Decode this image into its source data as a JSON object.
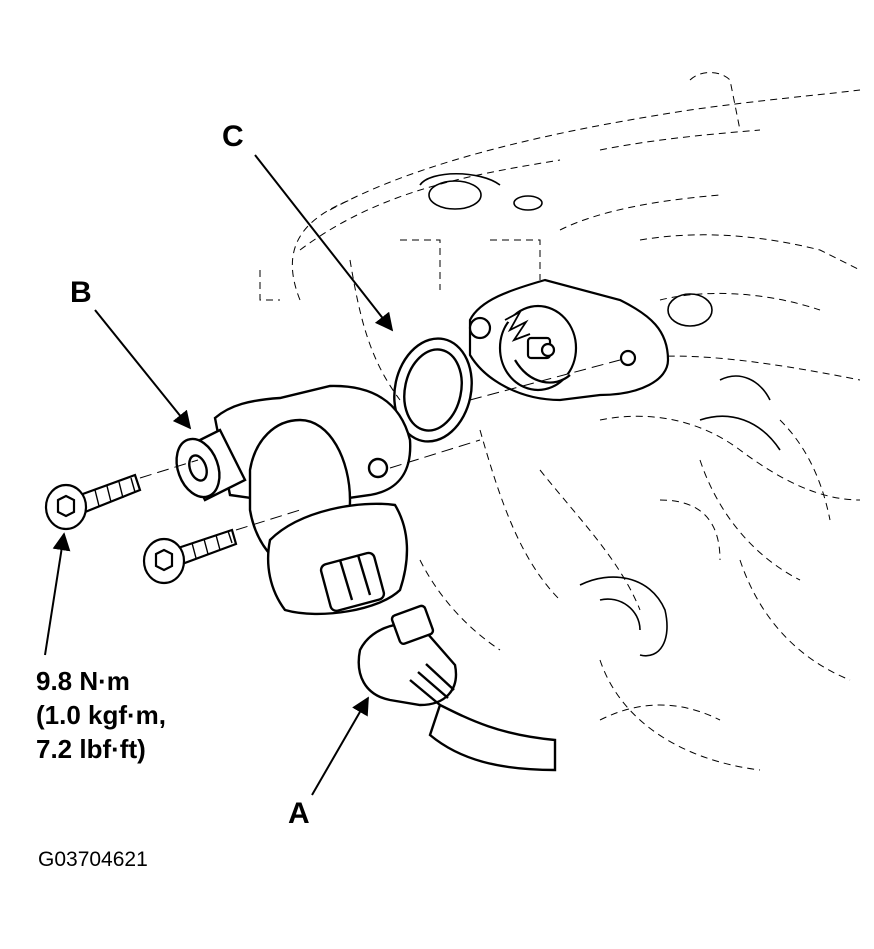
{
  "callouts": {
    "a": "A",
    "b": "B",
    "c": "C"
  },
  "torque": {
    "line1": "9.8 N·m",
    "line2": "(1.0 kgf·m,",
    "line3": "7.2 lbf·ft)"
  },
  "figure_id": "G03704621",
  "colors": {
    "ink": "#000000",
    "paper": "#ffffff"
  }
}
